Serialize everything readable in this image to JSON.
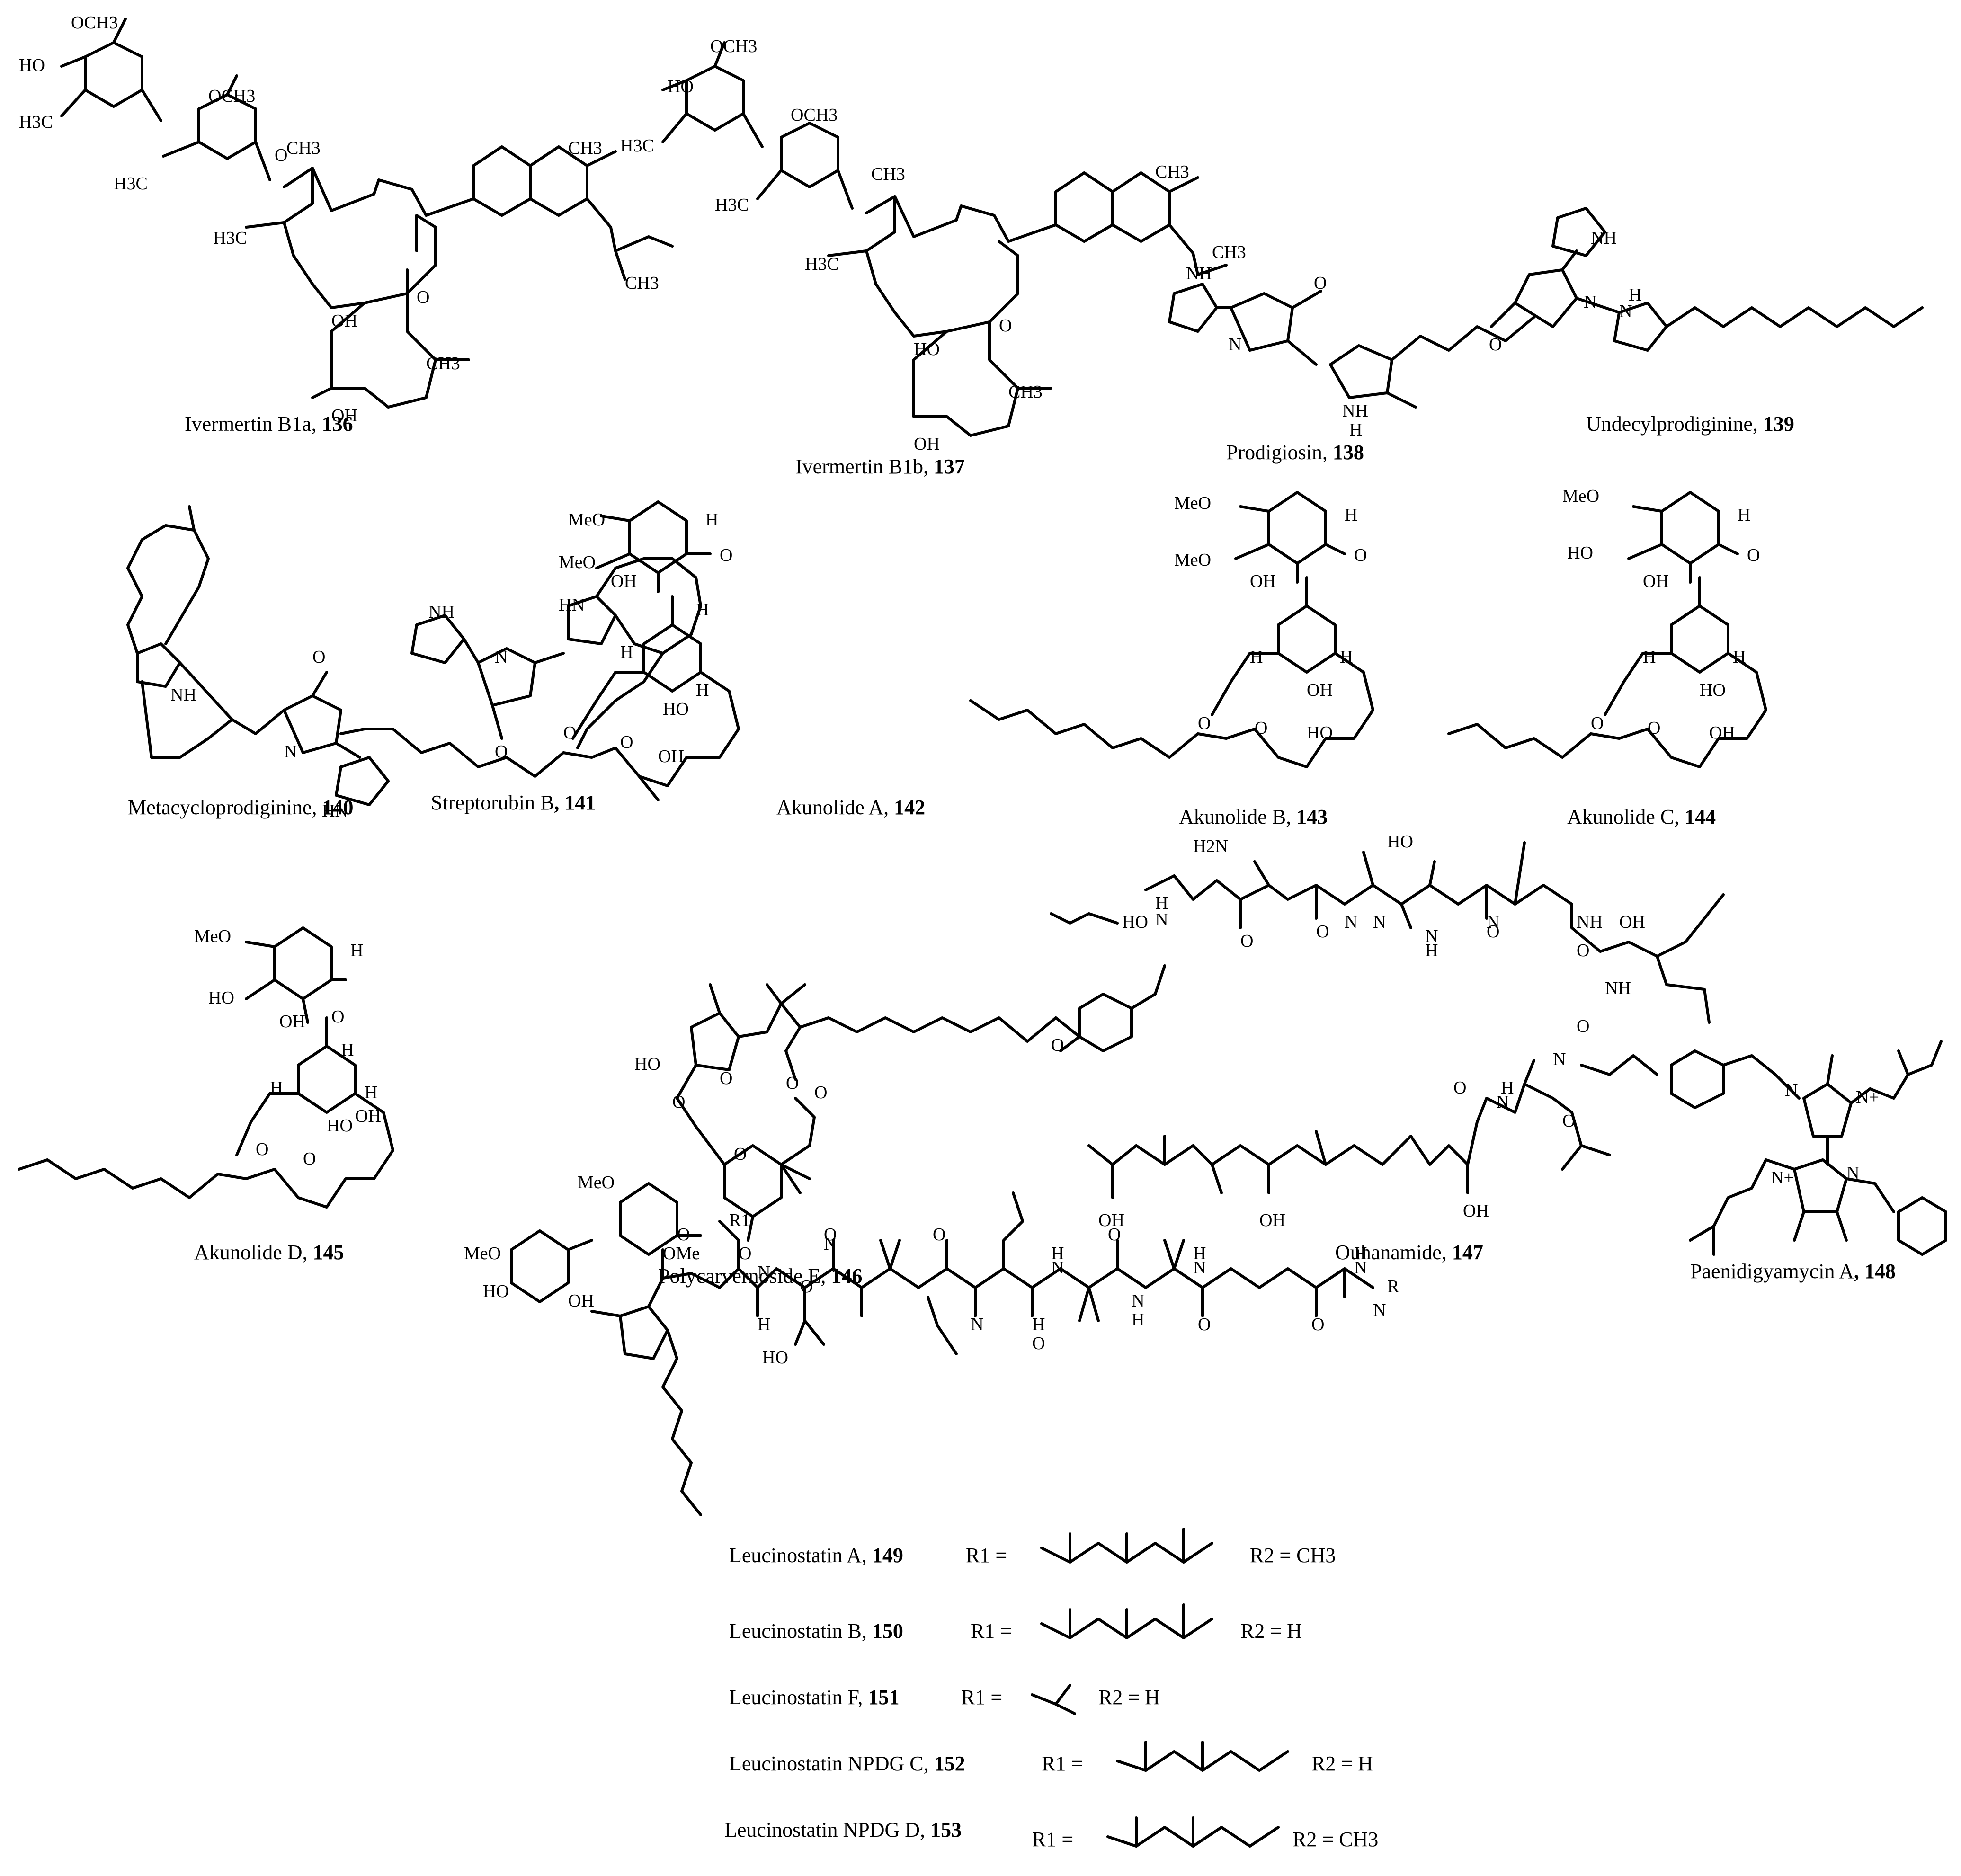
{
  "compounds": [
    {
      "name": "Ivermertin B1a, ",
      "number": "136"
    },
    {
      "name": "Ivermertin B1b, ",
      "number": "137"
    },
    {
      "name": "Prodigiosin, ",
      "number": "138"
    },
    {
      "name": "Undecylprodiginine, ",
      "number": "139"
    },
    {
      "name": "Metacycloprodiginine, ",
      "number": "140"
    },
    {
      "name": "Streptorubin B",
      "number": ", 141"
    },
    {
      "name": "Akunolide A, ",
      "number": "142"
    },
    {
      "name": "Akunolide B, ",
      "number": "143"
    },
    {
      "name": "Akunolide C, ",
      "number": "144"
    },
    {
      "name": "Akunolide D, ",
      "number": "145"
    },
    {
      "name": "Polycarvernoside E, ",
      "number": "146"
    },
    {
      "name": "Ouhanamide, ",
      "number": "147"
    },
    {
      "name": "Paenidigyamycin A",
      "number": ", 148"
    },
    {
      "name": "Leucinostatin A, ",
      "number": "149",
      "r1": "R1 =",
      "r2": "R2 = CH3"
    },
    {
      "name": "Leucinostatin B, ",
      "number": "150",
      "r1": "R1 =",
      "r2": "R2 = H"
    },
    {
      "name": "Leucinostatin F, ",
      "number": "151",
      "r1": "R1 =",
      "r2": "R2 = H"
    },
    {
      "name": "Leucinostatin NPDG C, ",
      "number": "152",
      "r1": "R1 =",
      "r2": "R2 = H"
    },
    {
      "name": "Leucinostatin NPDG D, ",
      "number": "153",
      "r1": "R1 =",
      "r2": "R2 = CH3"
    }
  ],
  "atoms": {
    "och3": "OCH3",
    "ho": "HO",
    "oh": "OH",
    "h3c": "H3C",
    "ch3": "CH3",
    "o": "O",
    "nh": "NH",
    "hn": "HN",
    "n": "N",
    "h": "H",
    "meo": "MeO",
    "ome": "OMe",
    "h2n": "H2N",
    "r1": "R1",
    "r": "R",
    "n_plus": "N+"
  }
}
